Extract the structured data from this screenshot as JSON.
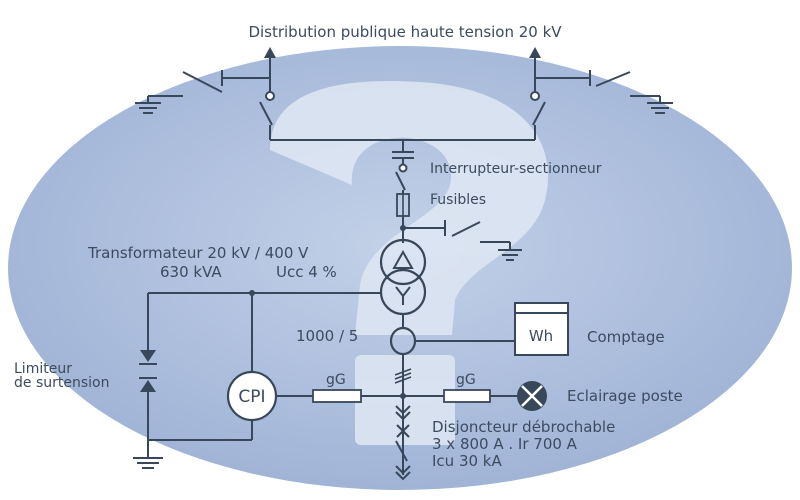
{
  "diagram": {
    "title": "Distribution publique haute tension 20 kV",
    "labels": {
      "interrupteur": "Interrupteur-sectionneur",
      "fusibles": "Fusibles",
      "transfo_line1": "Transformateur 20 kV / 400 V",
      "transfo_line2": "630 kVA",
      "transfo_ucc": "Ucc 4 %",
      "ct_ratio": "1000 / 5",
      "wh": "Wh",
      "comptage": "Comptage",
      "limiteur_line1": "Limiteur",
      "limiteur_line2": "de surtension",
      "cpi": "CPI",
      "fuse_left": "gG",
      "fuse_right": "gG",
      "eclairage": "Eclairage poste",
      "disj_line1": "Disjoncteur débrochable",
      "disj_line2": "3 x 800 A . Ir 700 A",
      "disj_line3": "Icu 30 kA"
    }
  },
  "colors": {
    "background_oval": "#aebfdc",
    "question_mark": "#dde6f3",
    "line": "#39475a",
    "text": "#3c4b5e"
  }
}
